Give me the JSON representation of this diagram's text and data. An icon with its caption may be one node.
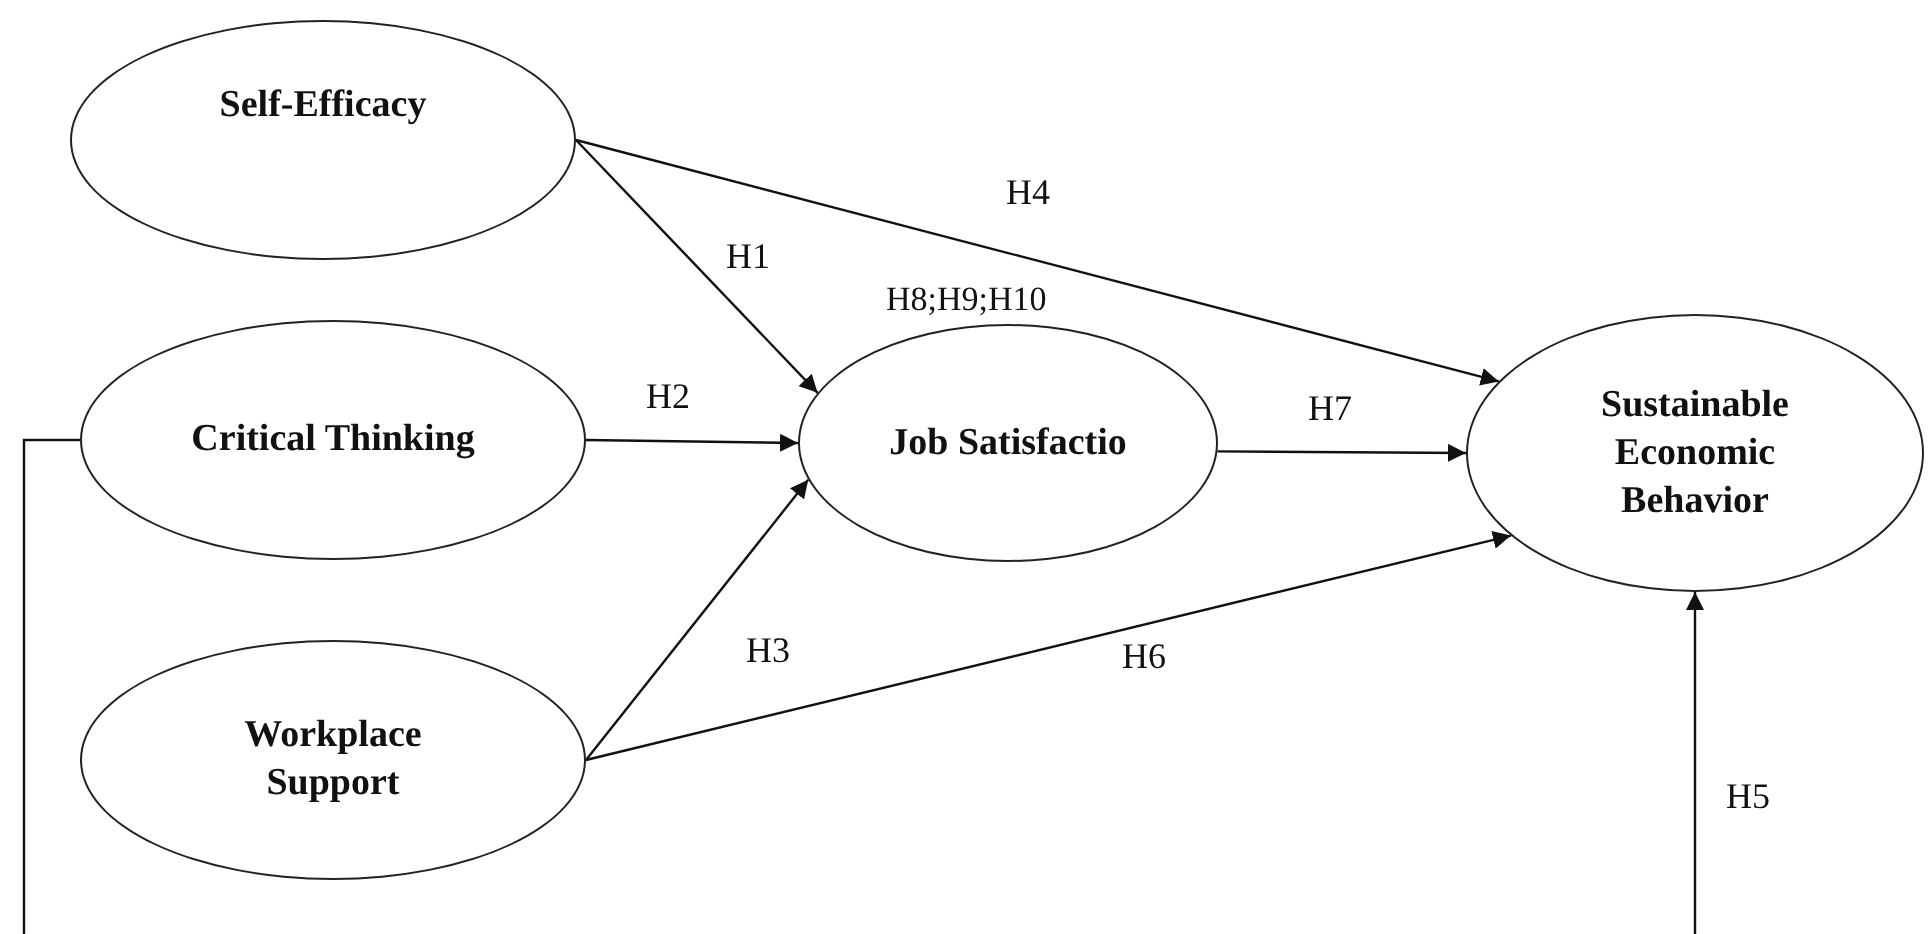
{
  "diagram": {
    "nodes": [
      {
        "text": [
          "Self-Efficacy"
        ]
      },
      {
        "text": [
          "Critical Thinking"
        ]
      },
      {
        "text": [
          "Workplace Support"
        ]
      },
      {
        "text": [
          "Job Satisfactio"
        ],
        "beside": [
          "H8;H9;H10"
        ]
      },
      {
        "text": [
          "Sustainable Economic Behavior"
        ]
      }
    ],
    "edges": [
      {
        "from": 0,
        "to": 3,
        "arrow": "to",
        "label": "H1"
      },
      {
        "from": 0,
        "to": 4,
        "arrow": "to",
        "label": "H4"
      },
      {
        "from": 1,
        "to": 3,
        "arrow": "to",
        "label": "H2"
      },
      {
        "from": 2,
        "to": 3,
        "arrow": "to",
        "label": "H3"
      },
      {
        "from": 2,
        "to": 4,
        "arrow": "to",
        "label": "H6"
      },
      {
        "from": 3,
        "to": 4,
        "arrow": "to",
        "label": "H7"
      },
      {
        "from": 1,
        "to": 4,
        "arrow": "to",
        "label": "H5"
      }
    ]
  }
}
